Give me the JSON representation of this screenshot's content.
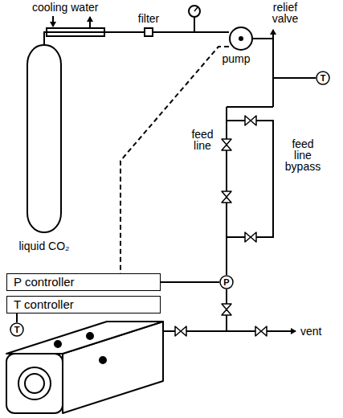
{
  "diagram": {
    "nodes": [
      {
        "text": [
          "liquid CO₂"
        ]
      },
      {
        "text": [
          "filter"
        ]
      },
      {
        "text": [
          "pump"
        ]
      },
      {
        "text": [
          "T"
        ]
      },
      {
        "text": [
          "P controller"
        ]
      },
      {
        "text": [
          "P"
        ]
      },
      {
        "text": [
          "T controller"
        ]
      },
      {
        "text": [
          "T"
        ]
      }
    ],
    "edges": [
      {
        "from": 0,
        "to": 1,
        "arrow": "none"
      },
      {
        "from": 1,
        "to": 2,
        "arrow": "none"
      },
      {
        "from": 2,
        "to": 3,
        "arrow": "none"
      },
      {
        "from": 2,
        "to": 4,
        "arrow": "none"
      },
      {
        "from": 4,
        "to": 5,
        "arrow": "none"
      },
      {
        "from": 6,
        "to": 7,
        "arrow": "none"
      }
    ],
    "labels": [
      "cooling water",
      "relief valve",
      "feed line",
      "feed line bypass",
      "vent"
    ]
  }
}
